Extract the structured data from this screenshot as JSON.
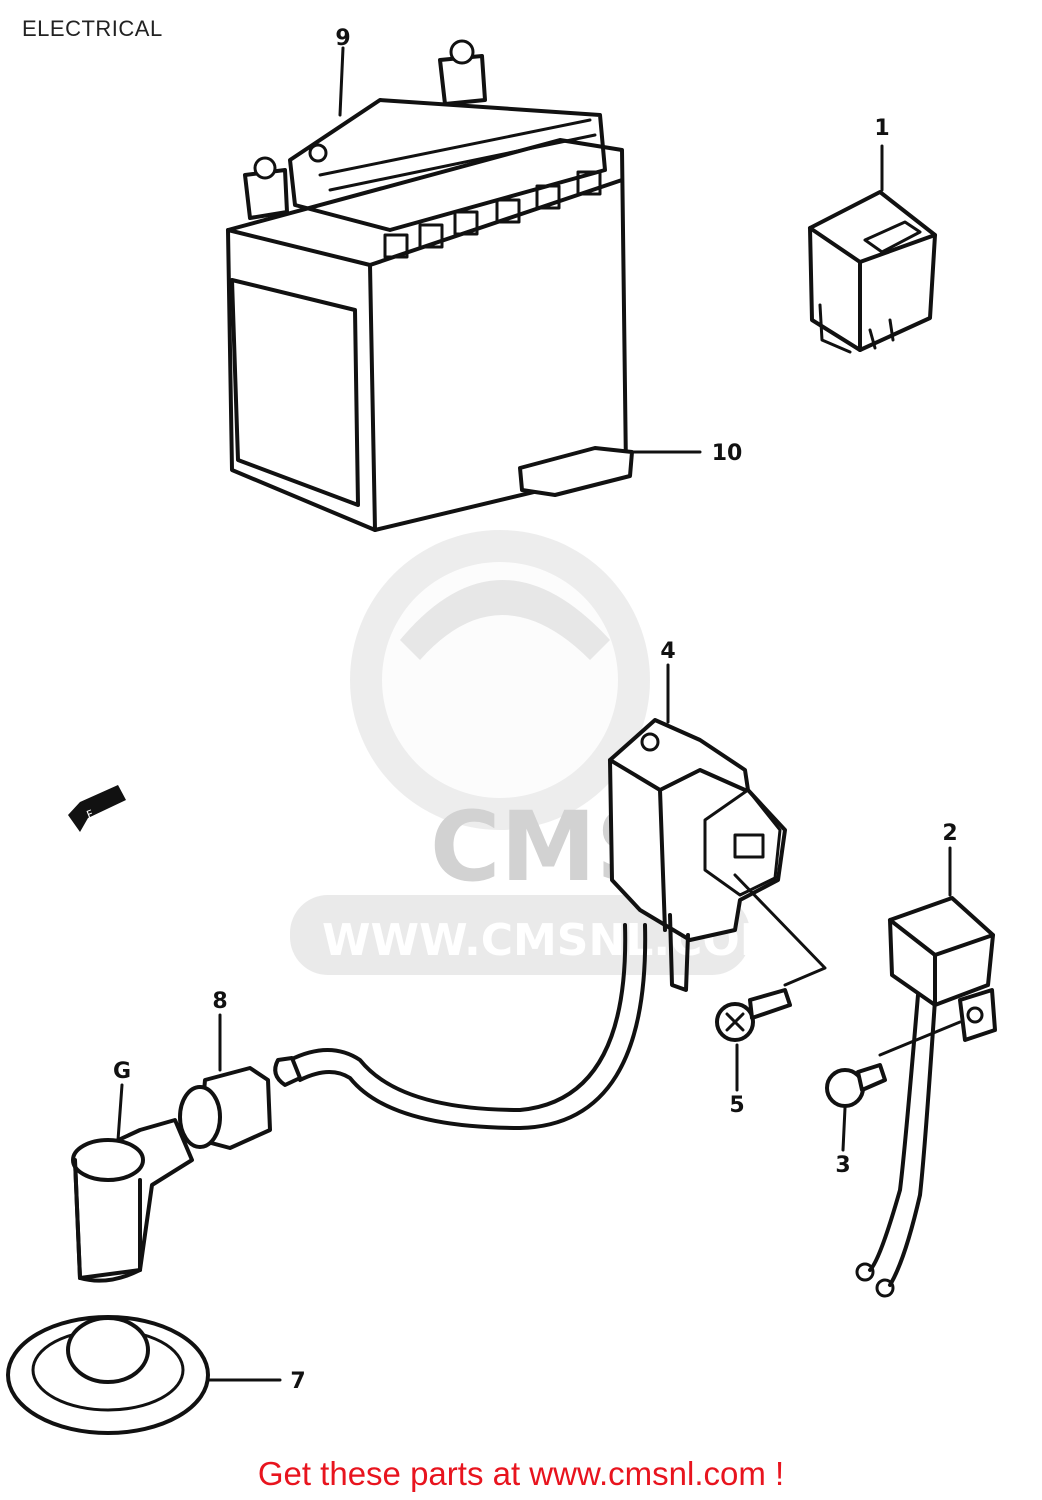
{
  "page": {
    "title": "ELECTRICAL",
    "footer_link": "Get these parts at www.cmsnl.com !",
    "watermark": {
      "logo_text": "CMS",
      "url_text": "WWW.CMSNL.COM"
    }
  },
  "callouts": [
    {
      "id": "1",
      "label": "1"
    },
    {
      "id": "2",
      "label": "2"
    },
    {
      "id": "3",
      "label": "3"
    },
    {
      "id": "4",
      "label": "4"
    },
    {
      "id": "5",
      "label": "5"
    },
    {
      "id": "6",
      "label": "G"
    },
    {
      "id": "7",
      "label": "7"
    },
    {
      "id": "8",
      "label": "8"
    },
    {
      "id": "9",
      "label": "9"
    },
    {
      "id": "10",
      "label": "10"
    }
  ],
  "colors": {
    "line": "#111111",
    "footer": "#e8141e",
    "watermark": "#d8d8d8"
  },
  "icons": {
    "front_arrow": "front-arrow-icon"
  }
}
